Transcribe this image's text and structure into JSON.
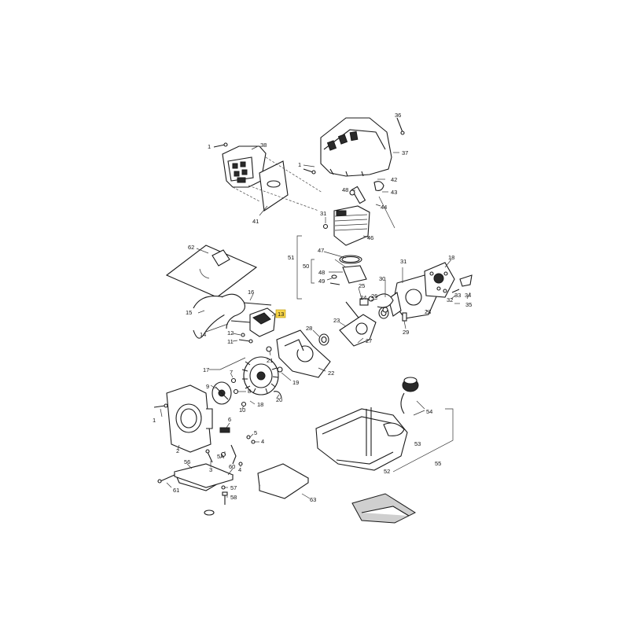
{
  "diagram": {
    "callouts": [
      {
        "id": "c36",
        "text": "36"
      },
      {
        "id": "c1a",
        "text": "1"
      },
      {
        "id": "c38",
        "text": "38"
      },
      {
        "id": "c37",
        "text": "37"
      },
      {
        "id": "c1b",
        "text": "1"
      },
      {
        "id": "c42",
        "text": "42"
      },
      {
        "id": "c48",
        "text": "48"
      },
      {
        "id": "c43",
        "text": "43"
      },
      {
        "id": "c44",
        "text": "44"
      },
      {
        "id": "c31a",
        "text": "31"
      },
      {
        "id": "c41",
        "text": "41"
      },
      {
        "id": "c46",
        "text": "46"
      },
      {
        "id": "c62",
        "text": "62"
      },
      {
        "id": "c51",
        "text": "51"
      },
      {
        "id": "c47",
        "text": "47"
      },
      {
        "id": "c50",
        "text": "50"
      },
      {
        "id": "c48b",
        "text": "48"
      },
      {
        "id": "c49",
        "text": "49"
      },
      {
        "id": "c31b",
        "text": "31"
      },
      {
        "id": "c18a",
        "text": "18"
      },
      {
        "id": "c30",
        "text": "30"
      },
      {
        "id": "c25",
        "text": "25"
      },
      {
        "id": "c26",
        "text": "26"
      },
      {
        "id": "c32",
        "text": "32"
      },
      {
        "id": "c33",
        "text": "33"
      },
      {
        "id": "c34",
        "text": "34"
      },
      {
        "id": "c35",
        "text": "35"
      },
      {
        "id": "c22a",
        "text": "22"
      },
      {
        "id": "c16",
        "text": "16"
      },
      {
        "id": "c15",
        "text": "15"
      },
      {
        "id": "c13",
        "text": "13"
      },
      {
        "id": "c24",
        "text": "24"
      },
      {
        "id": "c23",
        "text": "23"
      },
      {
        "id": "c29",
        "text": "29"
      },
      {
        "id": "c14",
        "text": "14"
      },
      {
        "id": "c12",
        "text": "12"
      },
      {
        "id": "c28",
        "text": "28"
      },
      {
        "id": "c27",
        "text": "27"
      },
      {
        "id": "c11",
        "text": "11"
      },
      {
        "id": "c21",
        "text": "21"
      },
      {
        "id": "c17",
        "text": "17"
      },
      {
        "id": "c22b",
        "text": "22"
      },
      {
        "id": "c19",
        "text": "19"
      },
      {
        "id": "c20",
        "text": "20"
      },
      {
        "id": "c9",
        "text": "9"
      },
      {
        "id": "c7",
        "text": "7"
      },
      {
        "id": "c8",
        "text": "8"
      },
      {
        "id": "c10",
        "text": "10"
      },
      {
        "id": "c18b",
        "text": "18"
      },
      {
        "id": "c1c",
        "text": "1"
      },
      {
        "id": "c2",
        "text": "2"
      },
      {
        "id": "c6",
        "text": "6"
      },
      {
        "id": "c3",
        "text": "3"
      },
      {
        "id": "c5",
        "text": "5"
      },
      {
        "id": "c4",
        "text": "4"
      },
      {
        "id": "c5a",
        "text": "5A"
      },
      {
        "id": "c56",
        "text": "56"
      },
      {
        "id": "c60",
        "text": "60"
      },
      {
        "id": "c4b",
        "text": "4"
      },
      {
        "id": "c61",
        "text": "61"
      },
      {
        "id": "c57",
        "text": "57"
      },
      {
        "id": "c58",
        "text": "58"
      },
      {
        "id": "c63",
        "text": "63"
      },
      {
        "id": "c54",
        "text": "54"
      },
      {
        "id": "c53",
        "text": "53"
      },
      {
        "id": "c55",
        "text": "55"
      },
      {
        "id": "c52",
        "text": "52"
      }
    ],
    "highlighted_callout": "c13",
    "highlight_color": "#f7d54a"
  }
}
